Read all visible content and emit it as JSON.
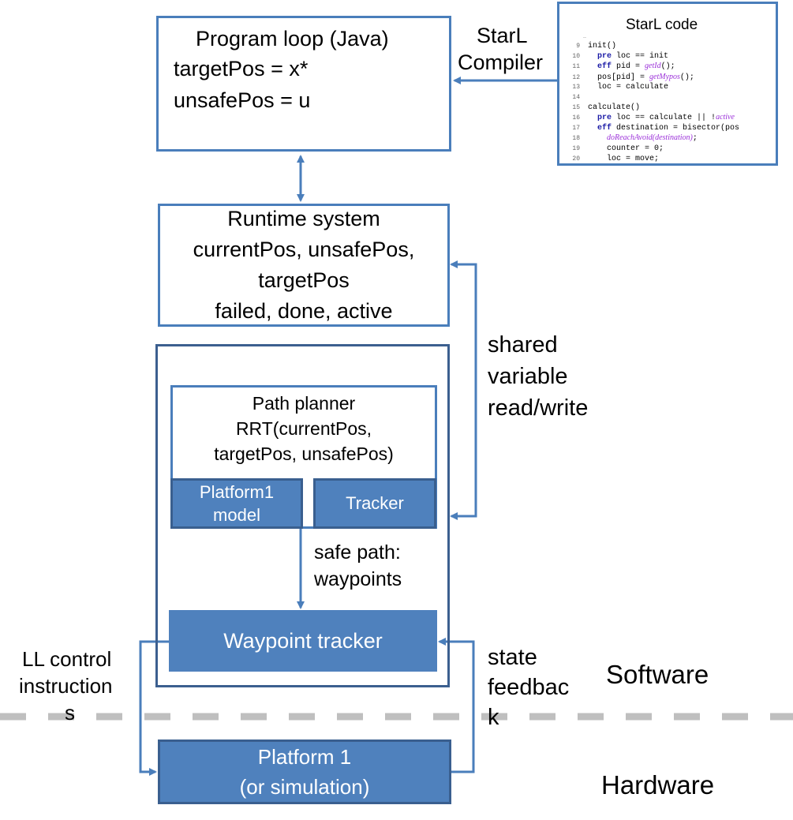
{
  "program_loop": {
    "title": "Program loop (Java)",
    "line1": "targetPos = x*",
    "line2": "unsafePos = u"
  },
  "compiler": {
    "line1": "StarL",
    "line2": "Compiler"
  },
  "code_panel": {
    "title": "StarL code",
    "dots": "..",
    "lines": [
      {
        "num": "9",
        "text": "init()"
      },
      {
        "num": "10",
        "kw": "pre",
        "text": " loc == init"
      },
      {
        "num": "11",
        "kw": "eff",
        "text": " pid = ",
        "fn": "getId",
        "tail": "();"
      },
      {
        "num": "12",
        "text": "pos[pid] = ",
        "fn": "getMypos",
        "tail": "();"
      },
      {
        "num": "13",
        "text": "loc = calculate"
      },
      {
        "num": "14",
        "text": ""
      },
      {
        "num": "15",
        "text": "calculate()"
      },
      {
        "num": "16",
        "kw": "pre",
        "text": " loc == calculate || !",
        "fn": "active"
      },
      {
        "num": "17",
        "kw": "eff",
        "text": " destination = bisector(pos"
      },
      {
        "num": "18",
        "fn": "doReachAvoid(destination)",
        "tail": ";"
      },
      {
        "num": "19",
        "text": "counter = 0;"
      },
      {
        "num": "20",
        "text": "loc = move;"
      }
    ]
  },
  "runtime": {
    "title": "Runtime system",
    "line2": "currentPos, unsafePos,",
    "line3": "targetPos",
    "line4": "failed, done, active"
  },
  "shared_label": {
    "line1": "shared",
    "line2": "variable",
    "line3": "read/write"
  },
  "planner": {
    "title": "Path planner",
    "line2": "RRT(currentPos,",
    "line3": "targetPos, unsafePos)"
  },
  "platform_model": {
    "line1": "Platform1",
    "line2": "model"
  },
  "tracker": {
    "label": "Tracker"
  },
  "safe_path": {
    "line1": "safe path:",
    "line2": "waypoints"
  },
  "waypoint_tracker": {
    "label": "Waypoint tracker"
  },
  "ll_control": {
    "line1": "LL control",
    "line2": "instruction",
    "line3": "s"
  },
  "state_feedback": {
    "line1": "state",
    "line2": "feedbac",
    "line3": "k"
  },
  "software_label": "Software",
  "hardware_label": "Hardware",
  "platform_hw": {
    "line1": "Platform 1",
    "line2": "(or simulation)"
  },
  "colors": {
    "outline": "#4a7ebb",
    "fill": "#4f81bd",
    "dashed_divider": "#bfbfbf"
  }
}
